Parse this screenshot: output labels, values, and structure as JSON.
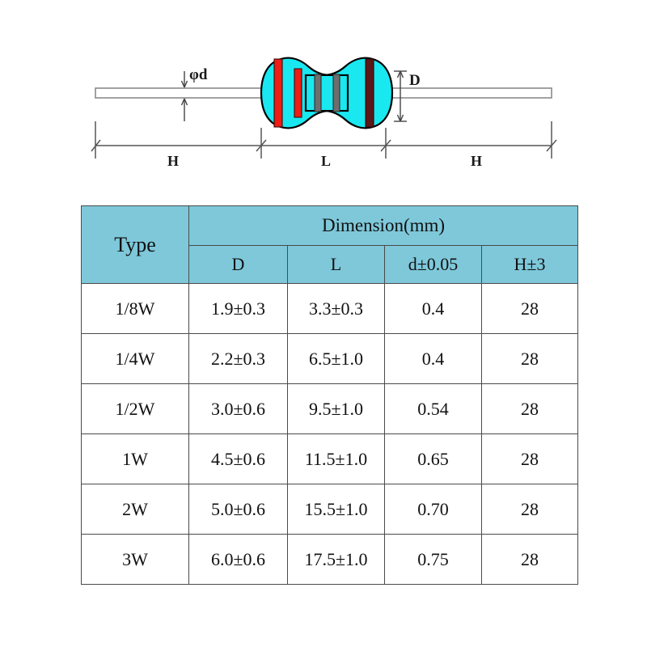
{
  "diagram": {
    "title": "axial-resistor-dimension-drawing",
    "labels": {
      "lead_diameter": "φd",
      "body_diameter": "D",
      "body_length": "L",
      "lead_length_left": "H",
      "lead_length_right": "H"
    },
    "colors": {
      "body": "#19e8f0",
      "body_outline": "#000000",
      "lead_fill": "#ffffff",
      "lead_outline": "#808080",
      "dimension_line": "#555555",
      "band_red": "#ee1c14",
      "band_grey": "#6e6e6e",
      "band_dark": "#5a1818"
    },
    "bands": [
      {
        "name": "band-1",
        "color": "#ee1c14"
      },
      {
        "name": "band-2",
        "color": "#ee1c14"
      },
      {
        "name": "band-3",
        "color": "#6e6e6e"
      },
      {
        "name": "band-4",
        "color": "#6e6e6e"
      },
      {
        "name": "band-5",
        "color": "#5a1818"
      }
    ]
  },
  "table": {
    "header": {
      "type_label": "Type",
      "dimension_label": "Dimension(mm)",
      "sub_headers": [
        "D",
        "L",
        "d±0.05",
        "H±3"
      ]
    },
    "header_bg": "#7ec8da",
    "rows": [
      {
        "type": "1/8W",
        "D": "1.9±0.3",
        "L": "3.3±0.3",
        "d": "0.4",
        "H": "28"
      },
      {
        "type": "1/4W",
        "D": "2.2±0.3",
        "L": "6.5±1.0",
        "d": "0.4",
        "H": "28"
      },
      {
        "type": "1/2W",
        "D": "3.0±0.6",
        "L": "9.5±1.0",
        "d": "0.54",
        "H": "28"
      },
      {
        "type": "1W",
        "D": "4.5±0.6",
        "L": "11.5±1.0",
        "d": "0.65",
        "H": "28"
      },
      {
        "type": "2W",
        "D": "5.0±0.6",
        "L": "15.5±1.0",
        "d": "0.70",
        "H": "28"
      },
      {
        "type": "3W",
        "D": "6.0±0.6",
        "L": "17.5±1.0",
        "d": "0.75",
        "H": "28"
      }
    ]
  }
}
